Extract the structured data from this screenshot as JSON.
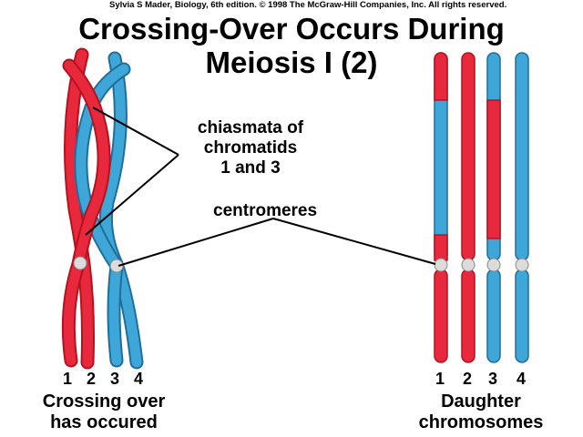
{
  "copyright": "Sylvia S Mader, Biology, 6th edition. © 1998 The McGraw-Hill Companies, Inc. All rights reserved.",
  "title": {
    "line1": "Crossing-Over Occurs During",
    "line2": "Meiosis I (2)"
  },
  "labels": {
    "chiasmata_line1": "chiasmata of",
    "chiasmata_line2": "chromatids",
    "chiasmata_line3": "1 and 3",
    "centromeres": "centromeres"
  },
  "left_figure": {
    "numbers": [
      "1",
      "2",
      "3",
      "4"
    ],
    "caption_line1": "Crossing over",
    "caption_line2": "has occured"
  },
  "right_figure": {
    "numbers": [
      "1",
      "2",
      "3",
      "4"
    ],
    "caption_line1": "Daughter",
    "caption_line2": "chromosomes"
  },
  "colors": {
    "red": "#e8283c",
    "red_dark": "#b5121f",
    "blue": "#3fa6d8",
    "blue_dark": "#1f6e9c",
    "centromere": "#dcdcdc"
  }
}
